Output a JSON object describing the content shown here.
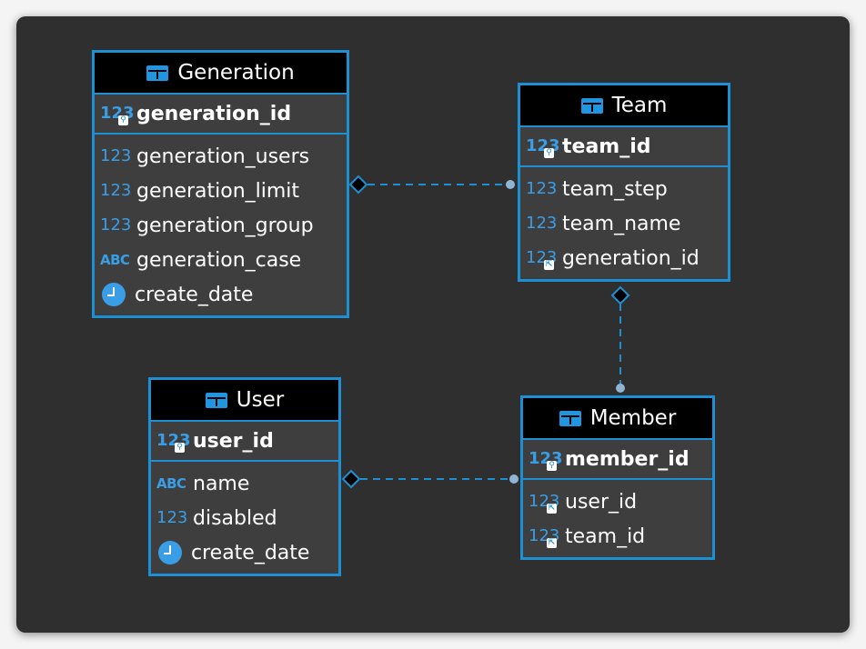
{
  "colors": {
    "canvas_bg": "#2f2f2f",
    "entity_border": "#1f8fd4",
    "header_bg": "#000000",
    "relation_line": "#1f8fd4"
  },
  "entities": {
    "generation": {
      "title": "Generation",
      "pk": {
        "name": "generation_id",
        "type_icon": "123-key-icon"
      },
      "columns": [
        {
          "name": "generation_users",
          "type_icon": "123-icon"
        },
        {
          "name": "generation_limit",
          "type_icon": "123-icon"
        },
        {
          "name": "generation_group",
          "type_icon": "123-icon"
        },
        {
          "name": "generation_case",
          "type_icon": "abc-icon"
        },
        {
          "name": "create_date",
          "type_icon": "clock-icon"
        }
      ]
    },
    "team": {
      "title": "Team",
      "pk": {
        "name": "team_id",
        "type_icon": "123-key-icon"
      },
      "columns": [
        {
          "name": "team_step",
          "type_icon": "123-icon"
        },
        {
          "name": "team_name",
          "type_icon": "123-icon"
        },
        {
          "name": "generation_id",
          "type_icon": "123-fk-icon"
        }
      ]
    },
    "user": {
      "title": "User",
      "pk": {
        "name": "user_id",
        "type_icon": "123-key-icon"
      },
      "columns": [
        {
          "name": "name",
          "type_icon": "abc-icon"
        },
        {
          "name": "disabled",
          "type_icon": "123-icon"
        },
        {
          "name": "create_date",
          "type_icon": "clock-icon"
        }
      ]
    },
    "member": {
      "title": "Member",
      "pk": {
        "name": "member_id",
        "type_icon": "123-key-icon"
      },
      "columns": [
        {
          "name": "user_id",
          "type_icon": "123-fk-icon"
        },
        {
          "name": "team_id",
          "type_icon": "123-fk-icon"
        }
      ]
    }
  },
  "icons": {
    "num": "123",
    "abc": "ABC",
    "key": "⚲",
    "fk": "⇱"
  },
  "relationships": [
    {
      "from": "Generation",
      "to": "Team"
    },
    {
      "from": "Team",
      "to": "Member"
    },
    {
      "from": "User",
      "to": "Member"
    }
  ]
}
